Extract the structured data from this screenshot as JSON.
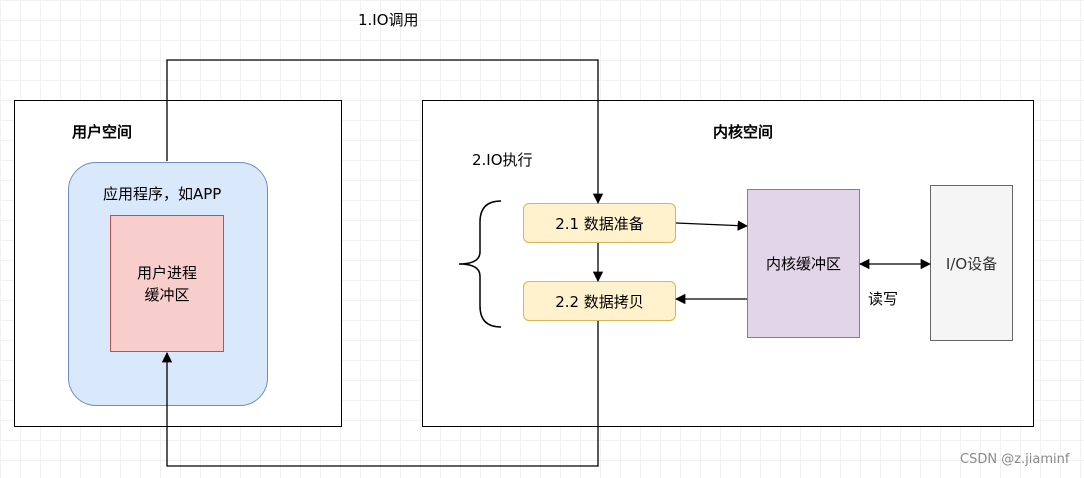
{
  "io_call_label": "1.IO调用",
  "user_space": {
    "title": "用户空间",
    "app_label": "应用程序，如APP",
    "buffer_line1": "用户进程",
    "buffer_line2": "缓冲区"
  },
  "kernel_space": {
    "title": "内核空间",
    "io_exec_label": "2.IO执行",
    "step1": "2.1 数据准备",
    "step2": "2.2 数据拷贝",
    "kernel_buffer": "内核缓冲区",
    "io_device": "I/O设备",
    "read_write": "读写"
  },
  "watermark": "CSDN @z.jiaminf"
}
